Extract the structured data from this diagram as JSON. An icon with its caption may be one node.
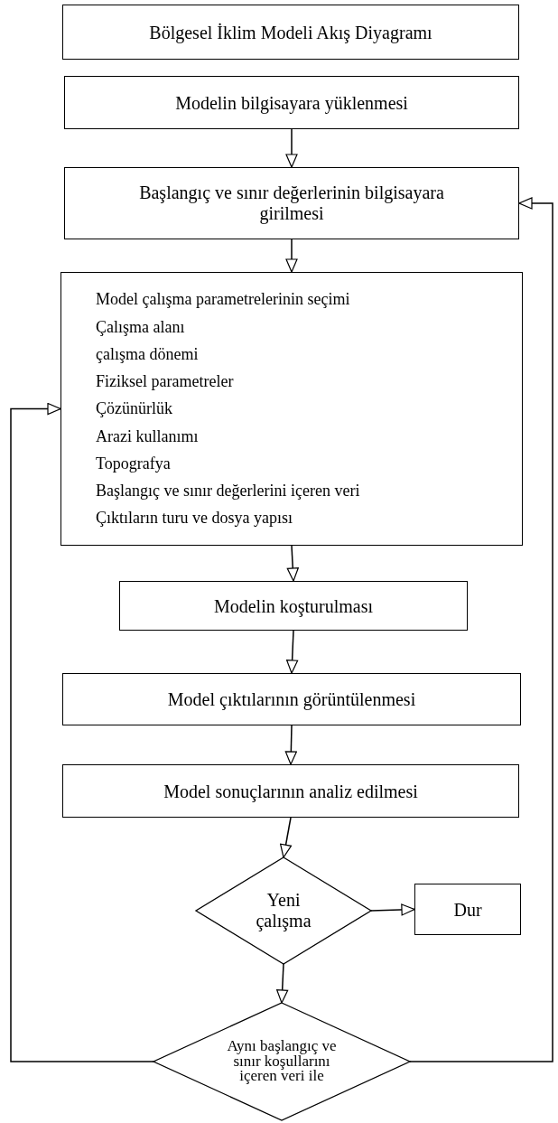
{
  "diagram": {
    "nodes": [
      {
        "text": [
          "Bölgesel İklim Modeli Akış Diyagramı"
        ]
      },
      {
        "text": [
          "Modelin bilgisayara yüklenmesi"
        ]
      },
      {
        "text": [
          "Başlangıç ve sınır değerlerinin bilgisayara girilmesi"
        ]
      },
      {
        "text": [
          "Model çalışma parametrelerinin seçimi",
          "Çalışma alanı",
          "çalışma dönemi",
          "Fiziksel parametreler",
          "Çözünürlük",
          "Arazi kullanımı",
          "Topografya",
          "Başlangıç ve sınır değerlerini içeren veri",
          "Çıktıların turu ve dosya yapısı"
        ]
      },
      {
        "text": [
          "Modelin koşturulması"
        ]
      },
      {
        "text": [
          "Model çıktılarının görüntülenmesi"
        ]
      },
      {
        "text": [
          "Model sonuçlarının analiz edilmesi"
        ]
      },
      {
        "text": [
          "Yeni çalışma"
        ]
      },
      {
        "text": [
          "Dur"
        ]
      },
      {
        "text": [
          "Aynı başlangıç ve sınır koşullarını içeren veri ile"
        ]
      }
    ],
    "edges": [
      {
        "from": 1,
        "to": 2,
        "arrow": "to"
      },
      {
        "from": 2,
        "to": 3,
        "arrow": "to"
      },
      {
        "from": 3,
        "to": 4,
        "arrow": "to"
      },
      {
        "from": 4,
        "to": 5,
        "arrow": "to"
      },
      {
        "from": 5,
        "to": 6,
        "arrow": "to"
      },
      {
        "from": 6,
        "to": 7,
        "arrow": "to"
      },
      {
        "from": 7,
        "to": 8,
        "arrow": "to"
      },
      {
        "from": 7,
        "to": 9,
        "arrow": "to"
      },
      {
        "from": 9,
        "to": 3,
        "arrow": "to"
      },
      {
        "from": 9,
        "to": 2,
        "arrow": "to"
      }
    ]
  }
}
